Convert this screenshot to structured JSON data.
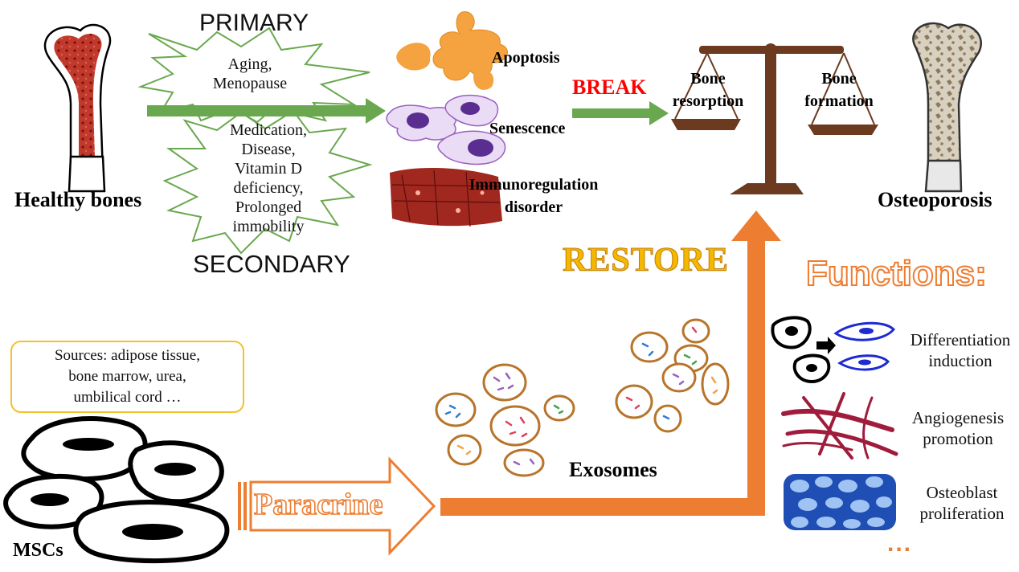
{
  "diagram": {
    "healthy_bones": "Healthy bones",
    "osteoporosis": "Osteoporosis",
    "primary": "PRIMARY",
    "secondary": "SECONDARY",
    "primary_causes": "Aging,\nMenopause",
    "secondary_causes": "Medication,\nDisease,\nVitamin D\ndeficiency,\nProlonged\nimmobility",
    "mechanisms": {
      "apoptosis": "Apoptosis",
      "senescence": "Senescence",
      "immunoregulation": "Immunoregulation\ndisorder"
    },
    "break": "BREAK",
    "bone_resorption": "Bone\nresorption",
    "bone_formation": "Bone\nformation",
    "restore": "RESTORE",
    "functions_title": "Functions:",
    "functions": [
      {
        "label": "Differentiation\ninduction"
      },
      {
        "label": "Angiogenesis\npromotion"
      },
      {
        "label": "Osteoblast\nproliferation"
      }
    ],
    "more": "...",
    "sources": "Sources: adipose tissue,\nbone marrow, urea,\numbilical cord …",
    "mscs": "MSCs",
    "paracrine": "Paracrine",
    "exosomes": "Exosomes"
  },
  "colors": {
    "green_arrow": "#6aa84f",
    "orange": "#ed7d31",
    "break_red": "#ff0000",
    "restore_gold": "#f5b800",
    "sources_border": "#f2c12e",
    "apoptosis_orange": "#f4a340",
    "cell_purple": "#9b5fc0",
    "bone_red": "#b22222",
    "balance_brown": "#6b3a1f"
  }
}
